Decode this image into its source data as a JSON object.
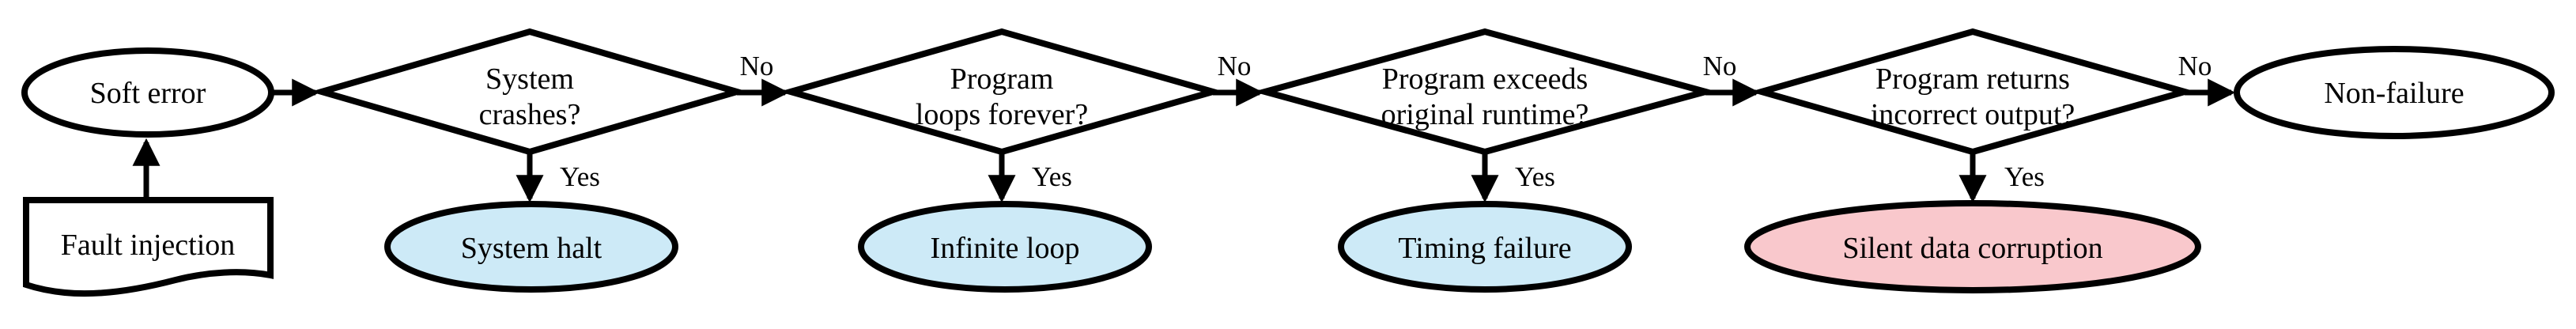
{
  "diagram_type": "flowchart",
  "colors": {
    "default_fill": "#ffffff",
    "benign_outcome_fill": "#cdeaf7",
    "critical_outcome_fill": "#f9c8cc",
    "stroke": "#000000"
  },
  "nodes": {
    "fault_injection": {
      "label": "Fault injection",
      "shape": "document"
    },
    "soft_error": {
      "label": "Soft error",
      "shape": "ellipse"
    },
    "non_failure": {
      "label": "Non-failure",
      "shape": "ellipse"
    }
  },
  "decisions": [
    {
      "question_line1": "System",
      "question_line2": "crashes?",
      "yes_label": "Yes",
      "no_label": "No",
      "outcome": "System halt",
      "outcome_severity": "benign"
    },
    {
      "question_line1": "Program",
      "question_line2": "loops forever?",
      "yes_label": "Yes",
      "no_label": "No",
      "outcome": "Infinite loop",
      "outcome_severity": "benign"
    },
    {
      "question_line1": "Program exceeds",
      "question_line2": "original runtime?",
      "yes_label": "Yes",
      "no_label": "No",
      "outcome": "Timing failure",
      "outcome_severity": "benign"
    },
    {
      "question_line1": "Program returns",
      "question_line2": "incorrect output?",
      "yes_label": "Yes",
      "no_label": "No",
      "outcome": "Silent data corruption",
      "outcome_severity": "critical"
    }
  ]
}
